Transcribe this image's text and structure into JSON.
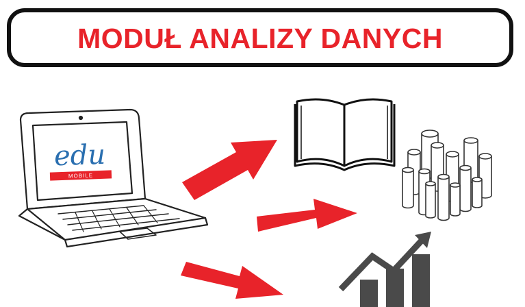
{
  "title": "MODUŁ ANALIZY DANYCH",
  "logo": {
    "brand": "edu",
    "sub": "MOBILE"
  },
  "colors": {
    "accent": "#e8232a",
    "brand_blue": "#2a6fb0",
    "ink": "#111111",
    "chart_gray": "#4a4a4a"
  },
  "icons": [
    "laptop-icon",
    "book-icon",
    "database-cylinders-icon",
    "growth-chart-icon"
  ]
}
